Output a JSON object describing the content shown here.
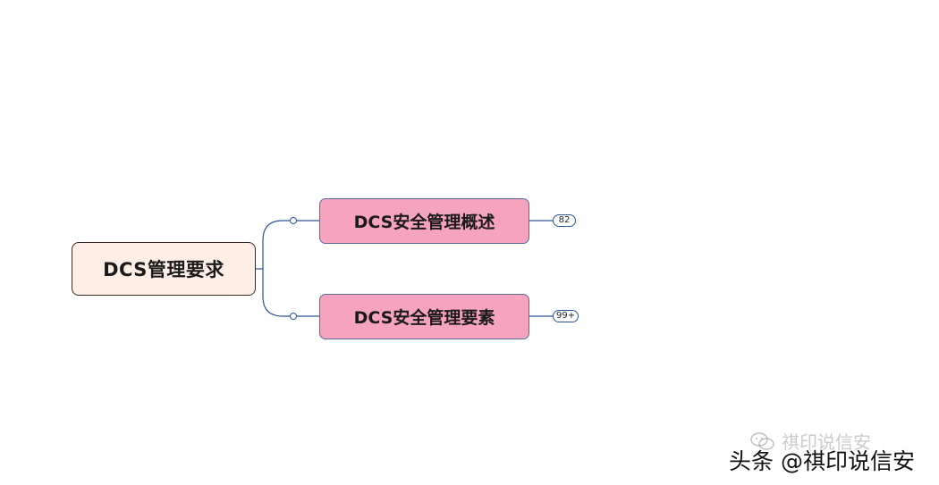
{
  "mindmap": {
    "root": {
      "label": "DCS管理要求",
      "colors": {
        "fill": "#fdeee6",
        "border": "#3a2a22"
      }
    },
    "branches": [
      {
        "label": "DCS安全管理概述",
        "badge": "82"
      },
      {
        "label": "DCS安全管理要素",
        "badge": "99+"
      }
    ],
    "branch_colors": {
      "fill": "#f6a3bf",
      "border": "#5a6b9e",
      "connector": "#2f5597"
    }
  },
  "watermark": {
    "source": "头条 @祺印说信安",
    "faded_text": "祺印说信安",
    "logo_icon": "wechat-icon"
  }
}
